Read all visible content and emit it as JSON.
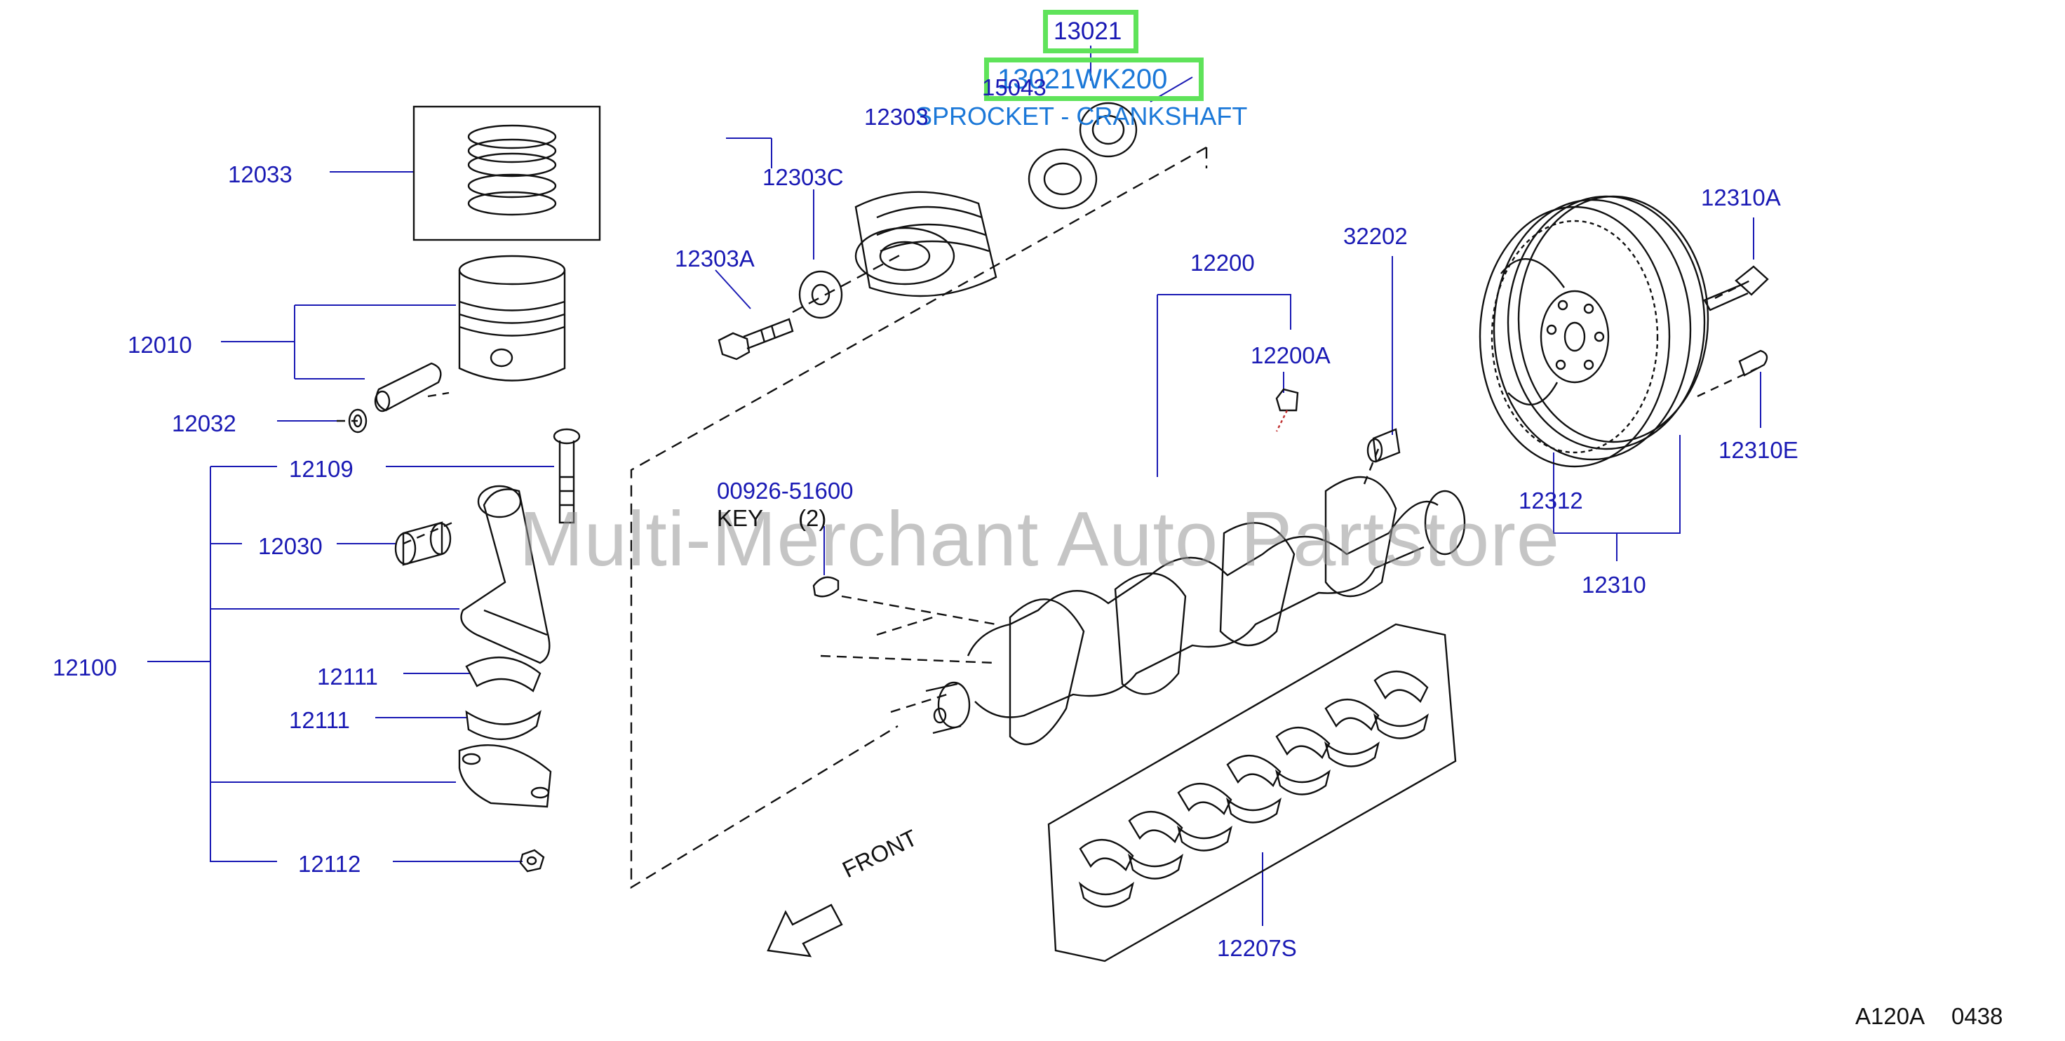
{
  "watermark": "Multi-Merchant Auto Partstore",
  "highlight": {
    "part_number": "13021",
    "part_code": "13021WK200",
    "description": "SPROCKET - CRANKSHAFT"
  },
  "labels": {
    "p15043": "15043",
    "p12303": "12303",
    "p12303C": "12303C",
    "p12303A": "12303A",
    "p12033": "12033",
    "p12010": "12010",
    "p12032": "12032",
    "p12109": "12109",
    "p12030": "12030",
    "p12100": "12100",
    "p12111a": "12111",
    "p12111b": "12111",
    "p12112": "12112",
    "p00926": "00926-51600",
    "key": "KEY",
    "key_qty": "(2)",
    "p12200": "12200",
    "p12200A": "12200A",
    "p32202": "32202",
    "p12310A": "12310A",
    "p12310E": "12310E",
    "p12312": "12312",
    "p12310": "12310",
    "p12207S": "12207S",
    "front": "FRONT"
  },
  "footer": {
    "ref_code": "A120A",
    "ref_num": "0438"
  },
  "colors": {
    "label_blue": "#1a1ab4",
    "highlight_green": "#5fe35a",
    "highlight_text": "#1b78d8",
    "line_art": "#111111"
  }
}
